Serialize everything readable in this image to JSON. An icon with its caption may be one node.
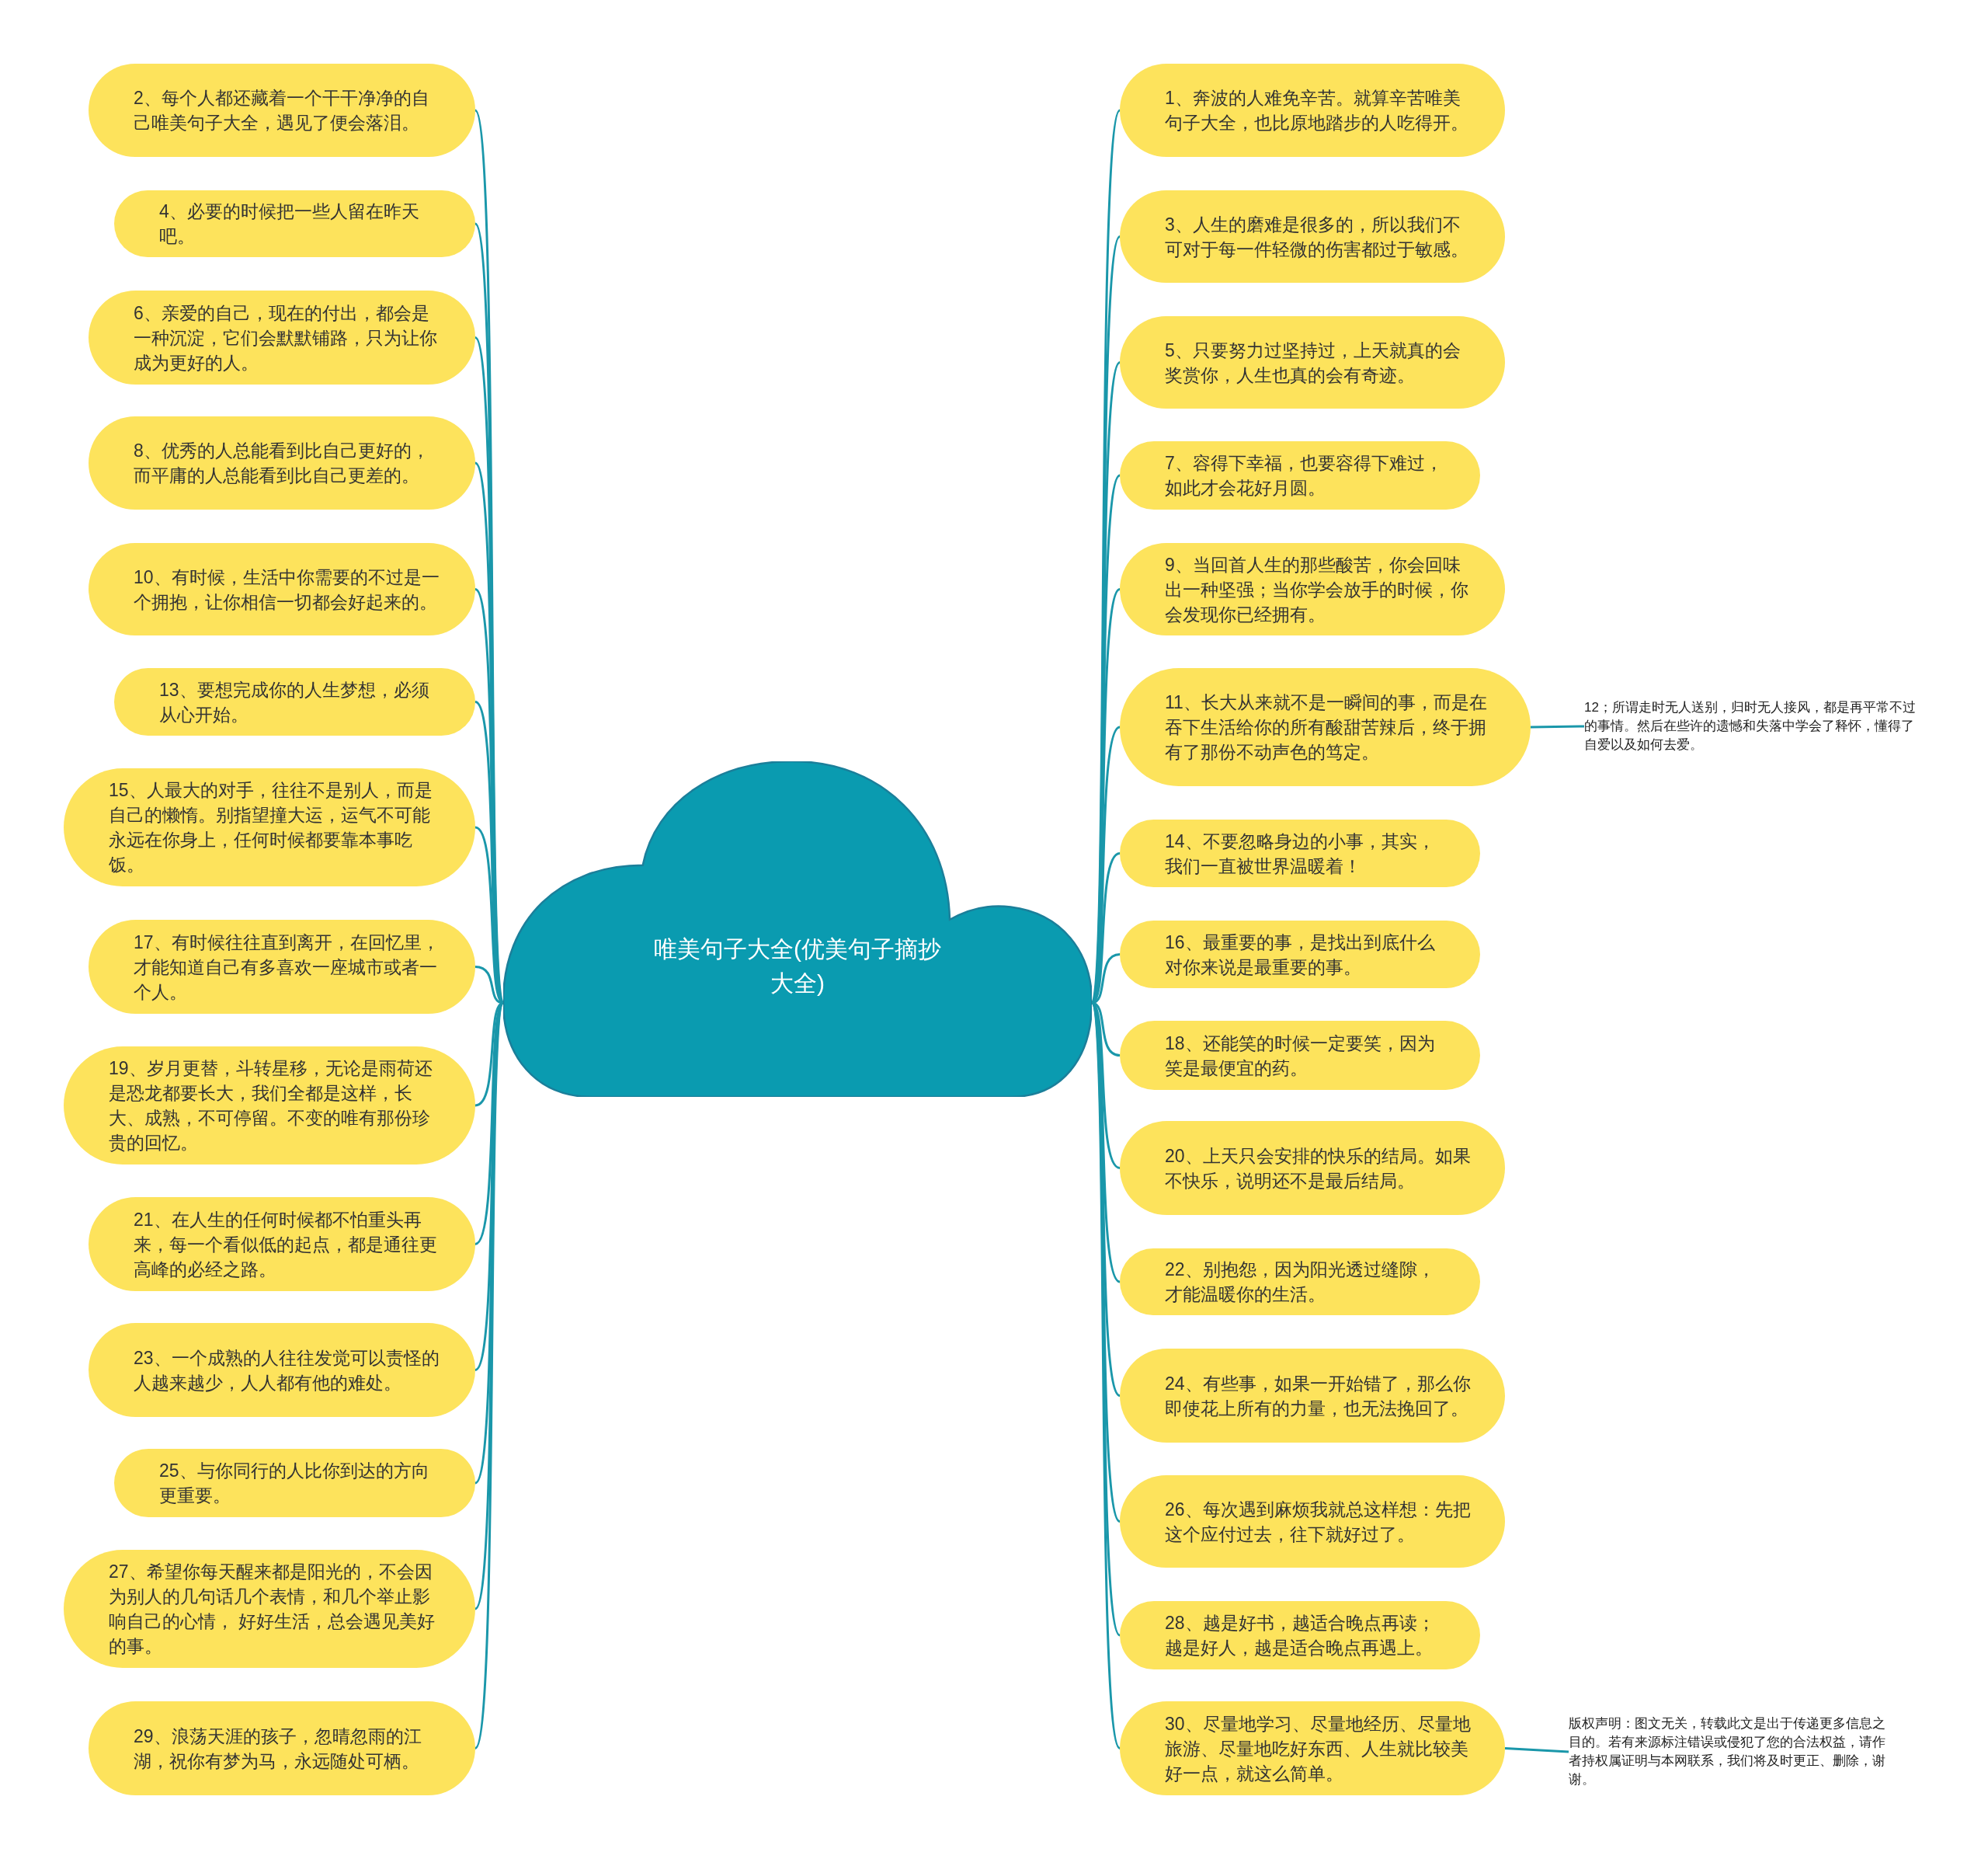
{
  "diagram": {
    "nodes": [
      {
        "text": [
          "唯美句子大全(优美句子摘抄大全)"
        ]
      },
      {
        "text": [
          "2、每个人都还藏着一个干干净净的自己唯美句子大全，遇见了便会落泪。"
        ]
      },
      {
        "text": [
          "4、必要的时候把一些人留在昨天吧。"
        ]
      },
      {
        "text": [
          "6、亲爱的自己，现在的付出，都会是一种沉淀，它们会默默铺路，只为让你成为更好的人。"
        ]
      },
      {
        "text": [
          "8、优秀的人总能看到比自己更好的，而平庸的人总能看到比自己更差的。"
        ]
      },
      {
        "text": [
          "10、有时候，生活中你需要的不过是一个拥抱，让你相信一切都会好起来的。"
        ]
      },
      {
        "text": [
          "13、要想完成你的人生梦想，必须从心开始。"
        ]
      },
      {
        "text": [
          "15、人最大的对手，往往不是别人，而是自己的懒惰。别指望撞大运，运气不可能永远在你身上，任何时候都要靠本事吃饭。"
        ]
      },
      {
        "text": [
          "17、有时候往往直到离开，在回忆里，才能知道自己有多喜欢一座城市或者一个人。"
        ]
      },
      {
        "text": [
          "19、岁月更替，斗转星移，无论是雨荷还是恐龙都要长大，我们全都是这样，长大、成熟，不可停留。不变的唯有那份珍贵的回忆。"
        ]
      },
      {
        "text": [
          "21、在人生的任何时候都不怕重头再来，每一个看似低的起点，都是通往更高峰的必经之路。"
        ]
      },
      {
        "text": [
          "23、一个成熟的人往往发觉可以责怪的人越来越少，人人都有他的难处。"
        ]
      },
      {
        "text": [
          "25、与你同行的人比你到达的方向更重要。"
        ]
      },
      {
        "text": [
          "27、希望你每天醒来都是阳光的，不会因为别人的几句话几个表情，和几个举止影响自己的心情， 好好生活，总会遇见美好的事。"
        ]
      },
      {
        "text": [
          "29、浪荡天涯的孩子，忽晴忽雨的江湖，祝你有梦为马，永远随处可栖。"
        ]
      },
      {
        "text": [
          "1、奔波的人难免辛苦。就算辛苦唯美句子大全，也比原地踏步的人吃得开。"
        ]
      },
      {
        "text": [
          "3、人生的磨难是很多的，所以我们不可对于每一件轻微的伤害都过于敏感。"
        ]
      },
      {
        "text": [
          "5、只要努力过坚持过，上天就真的会奖赏你，人生也真的会有奇迹。"
        ]
      },
      {
        "text": [
          "7、容得下幸福，也要容得下难过，如此才会花好月圆。"
        ]
      },
      {
        "text": [
          "9、当回首人生的那些酸苦，你会回味出一种坚强；当你学会放手的时候，你会发现你已经拥有。"
        ]
      },
      {
        "text": [
          "11、长大从来就不是一瞬间的事，而是在吞下生活给你的所有酸甜苦辣后，终于拥有了那份不动声色的笃定。"
        ]
      },
      {
        "text": [
          "14、不要忽略身边的小事，其实，我们一直被世界温暖着！"
        ]
      },
      {
        "text": [
          "16、最重要的事，是找出到底什么对你来说是最重要的事。"
        ]
      },
      {
        "text": [
          "18、还能笑的时候一定要笑，因为笑是最便宜的药。"
        ]
      },
      {
        "text": [
          "20、上天只会安排的快乐的结局。如果不快乐，说明还不是最后结局。"
        ]
      },
      {
        "text": [
          "22、别抱怨，因为阳光透过缝隙，才能温暖你的生活。"
        ]
      },
      {
        "text": [
          "24、有些事，如果一开始错了，那么你即使花上所有的力量，也无法挽回了。"
        ]
      },
      {
        "text": [
          "26、每次遇到麻烦我就总这样想：先把这个应付过去，往下就好过了。"
        ]
      },
      {
        "text": [
          "28、越是好书，越适合晚点再读；越是好人，越是适合晚点再遇上。"
        ]
      },
      {
        "text": [
          "30、尽量地学习、尽量地经历、尽量地旅游、尽量地吃好东西、人生就比较美好一点，就这么简单。"
        ]
      },
      {
        "text": [
          "12；所谓走时无人送别，归时无人接风，都是再平常不过的事情。然后在些许的遗憾和失落中学会了释怀，懂得了自爱以及如何去爱。"
        ]
      },
      {
        "text": [
          "版权声明：图文无关，转载此文是出于传递更多信息之目的。若有来源标注错误或侵犯了您的合法权益，请作者持权属证明与本网联系，我们将及时更正、删除，谢谢。"
        ]
      }
    ],
    "edges": [
      {
        "from": 0,
        "to": 1,
        "arrow": "none"
      },
      {
        "from": 0,
        "to": 2,
        "arrow": "none"
      },
      {
        "from": 0,
        "to": 3,
        "arrow": "none"
      },
      {
        "from": 0,
        "to": 4,
        "arrow": "none"
      },
      {
        "from": 0,
        "to": 5,
        "arrow": "none"
      },
      {
        "from": 0,
        "to": 6,
        "arrow": "none"
      },
      {
        "from": 0,
        "to": 7,
        "arrow": "none"
      },
      {
        "from": 0,
        "to": 8,
        "arrow": "none"
      },
      {
        "from": 0,
        "to": 9,
        "arrow": "none"
      },
      {
        "from": 0,
        "to": 10,
        "arrow": "none"
      },
      {
        "from": 0,
        "to": 11,
        "arrow": "none"
      },
      {
        "from": 0,
        "to": 12,
        "arrow": "none"
      },
      {
        "from": 0,
        "to": 13,
        "arrow": "none"
      },
      {
        "from": 0,
        "to": 14,
        "arrow": "none"
      },
      {
        "from": 0,
        "to": 15,
        "arrow": "none"
      },
      {
        "from": 0,
        "to": 16,
        "arrow": "none"
      },
      {
        "from": 0,
        "to": 17,
        "arrow": "none"
      },
      {
        "from": 0,
        "to": 18,
        "arrow": "none"
      },
      {
        "from": 0,
        "to": 19,
        "arrow": "none"
      },
      {
        "from": 0,
        "to": 20,
        "arrow": "none"
      },
      {
        "from": 0,
        "to": 21,
        "arrow": "none"
      },
      {
        "from": 0,
        "to": 22,
        "arrow": "none"
      },
      {
        "from": 0,
        "to": 23,
        "arrow": "none"
      },
      {
        "from": 0,
        "to": 24,
        "arrow": "none"
      },
      {
        "from": 0,
        "to": 25,
        "arrow": "none"
      },
      {
        "from": 0,
        "to": 26,
        "arrow": "none"
      },
      {
        "from": 0,
        "to": 27,
        "arrow": "none"
      },
      {
        "from": 0,
        "to": 28,
        "arrow": "none"
      },
      {
        "from": 0,
        "to": 29,
        "arrow": "none"
      },
      {
        "from": 20,
        "to": 30,
        "arrow": "none"
      },
      {
        "from": 29,
        "to": 31,
        "arrow": "none"
      }
    ]
  }
}
